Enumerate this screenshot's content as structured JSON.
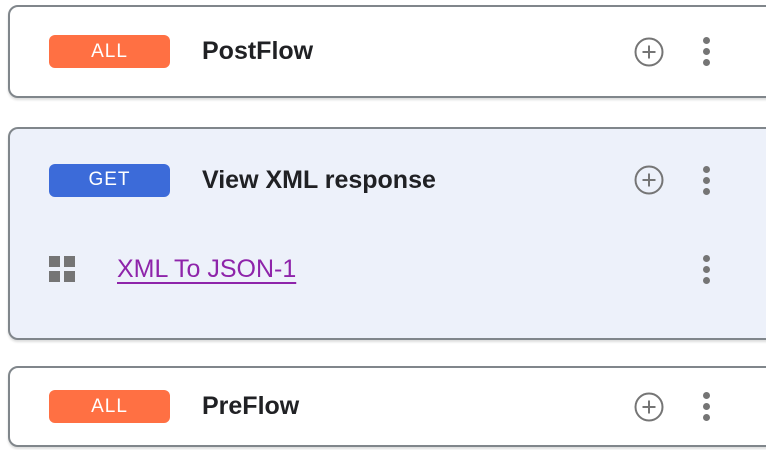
{
  "colors": {
    "card_border": "#80868B",
    "selected_card_bg": "#EDF1FA",
    "badge_all_bg": "#FF7043",
    "badge_get_bg": "#3C6BD9",
    "badge_text": "#FFFFFF",
    "title_text": "#202124",
    "policy_link_text": "#8E24AA",
    "icon_gray": "#757575"
  },
  "cards": [
    {
      "badge": "ALL",
      "title": "PostFlow"
    },
    {
      "badge": "GET",
      "title": "View XML response",
      "policy": {
        "name": "XML To JSON-1"
      }
    },
    {
      "badge": "ALL",
      "title": "PreFlow"
    }
  ]
}
